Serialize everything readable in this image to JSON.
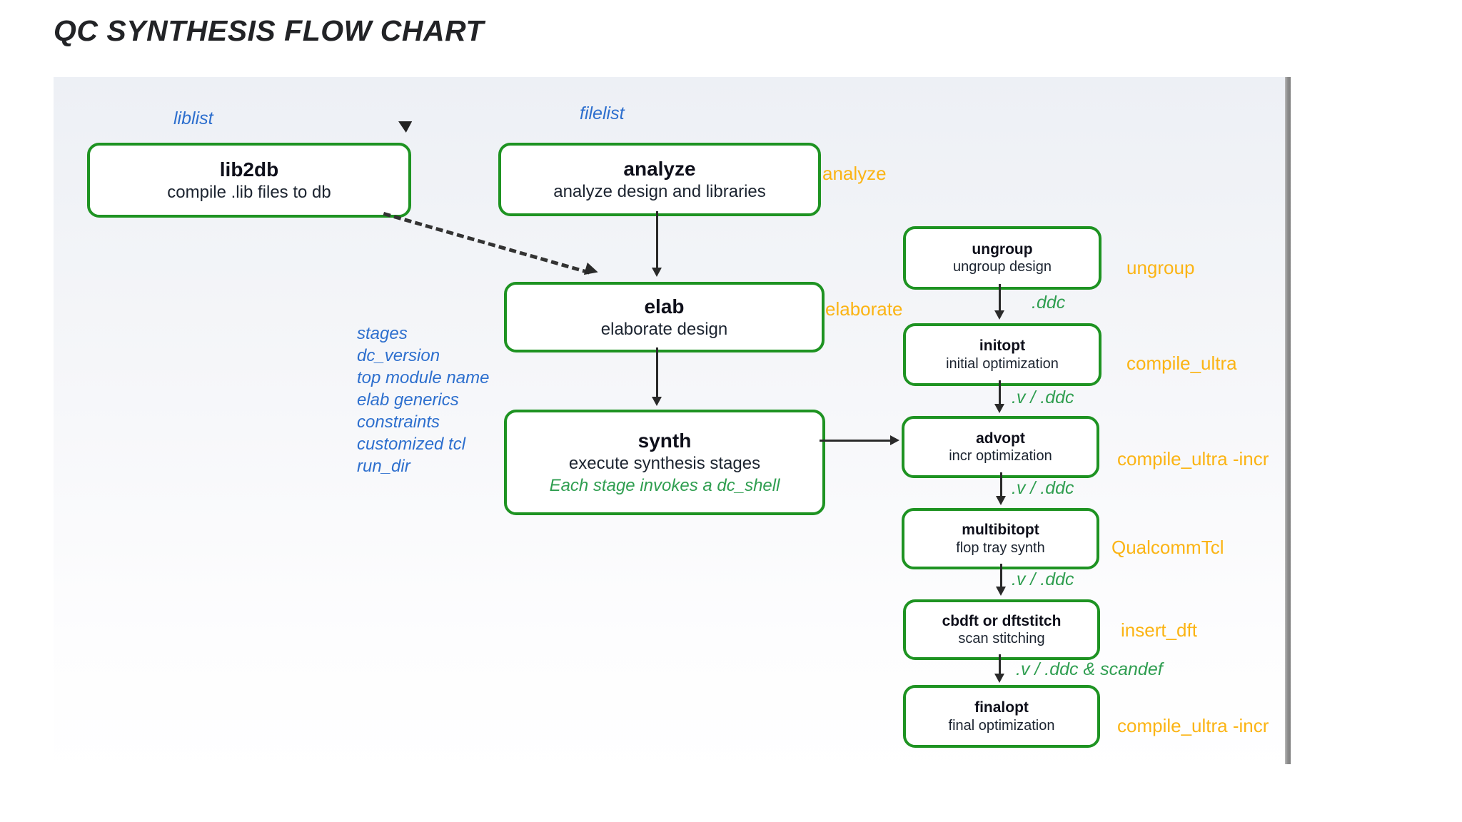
{
  "title": "QC SYNTHESIS FLOW CHART",
  "colors": {
    "box_border_green": "#1e9322",
    "stage_label_orange": "#fbb414",
    "io_label_blue": "#2d6fce",
    "artifact_label_green": "#2f9e50",
    "arrow_black": "#2a2a2a"
  },
  "io_labels": {
    "liblist": "liblist",
    "filelist": "filelist"
  },
  "synth_inputs": [
    "stages",
    "dc_version",
    "top module name",
    "elab generics",
    "constraints",
    "customized tcl",
    "run_dir"
  ],
  "nodes": [
    {
      "title": "lib2db",
      "subtitle": "compile .lib files to db"
    },
    {
      "title": "analyze",
      "subtitle": "analyze design and libraries"
    },
    {
      "title": "elab",
      "subtitle": "elaborate design"
    },
    {
      "title": "synth",
      "subtitle": "execute synthesis stages",
      "note": "Each stage invokes a dc_shell"
    },
    {
      "title": "ungroup",
      "subtitle": "ungroup design"
    },
    {
      "title": "initopt",
      "subtitle": "initial optimization"
    },
    {
      "title": "advopt",
      "subtitle": "incr optimization"
    },
    {
      "title": "multibitopt",
      "subtitle": "flop tray synth"
    },
    {
      "title": "cbdft or dftstitch",
      "subtitle": "scan stitching"
    },
    {
      "title": "finalopt",
      "subtitle": "final optimization"
    }
  ],
  "stage_labels": [
    "analyze",
    "elaborate",
    "ungroup",
    "compile_ultra",
    "compile_ultra -incr",
    "QualcommTcl",
    "insert_dft",
    "compile_ultra -incr"
  ],
  "artifact_labels": [
    ".ddc",
    ".v / .ddc",
    ".v / .ddc",
    ".v / .ddc",
    ".v / .ddc & scandef"
  ]
}
